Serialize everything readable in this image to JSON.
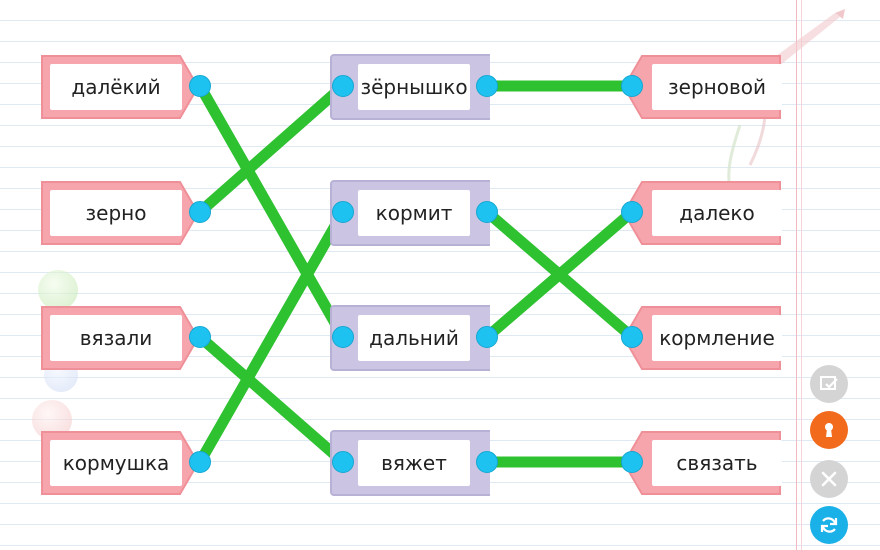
{
  "left_words": [
    "далёкий",
    "зерно",
    "вязали",
    "кормушка"
  ],
  "middle_words": [
    "зёрнышко",
    "кормит",
    "дальний",
    "вяжет"
  ],
  "right_words": [
    "зерновой",
    "далеко",
    "кормление",
    "связать"
  ],
  "connections_left_to_middle": [
    [
      0,
      2
    ],
    [
      1,
      0
    ],
    [
      2,
      3
    ],
    [
      3,
      1
    ]
  ],
  "connections_middle_to_right": [
    [
      0,
      0
    ],
    [
      1,
      2
    ],
    [
      2,
      1
    ],
    [
      3,
      3
    ]
  ],
  "colors": {
    "line": "#2ec130",
    "dot": "#1ec2f0",
    "card_pink": "#f7a5ad",
    "card_purple": "#cbc5e3",
    "btn_orange": "#f26b1d",
    "btn_blue": "#1ab0e8",
    "btn_gray": "#cfcfcf"
  },
  "buttons": {
    "check_icon": "check-task-icon",
    "hint_icon": "keyhole-icon",
    "close_icon": "close-icon",
    "refresh_icon": "refresh-icon"
  }
}
